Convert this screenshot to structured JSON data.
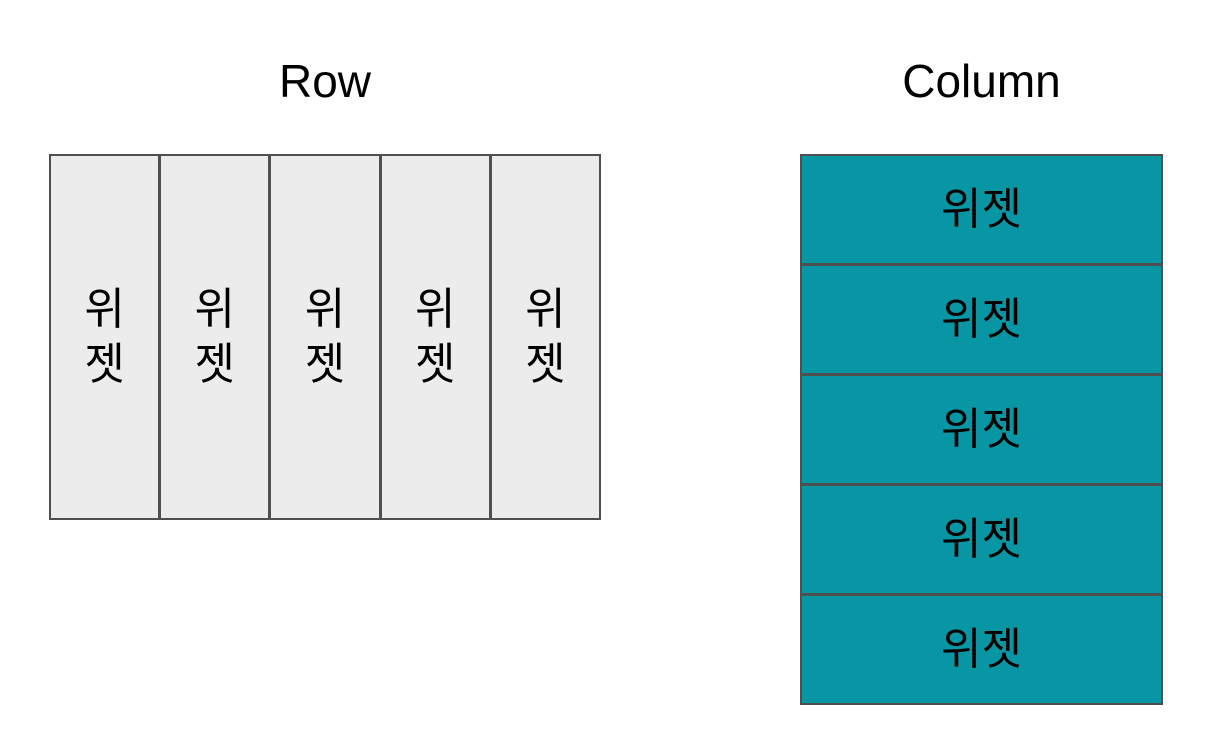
{
  "diagram": {
    "background": "#ffffff",
    "border_color": "#4f4f4f",
    "text_color": "#000000",
    "row": {
      "title": "Row",
      "cell_fill": "#ececec",
      "cells": [
        "위젯",
        "위젯",
        "위젯",
        "위젯",
        "위젯"
      ]
    },
    "column": {
      "title": "Column",
      "cell_fill": "#0896a4",
      "cells": [
        "위젯",
        "위젯",
        "위젯",
        "위젯",
        "위젯"
      ]
    }
  }
}
